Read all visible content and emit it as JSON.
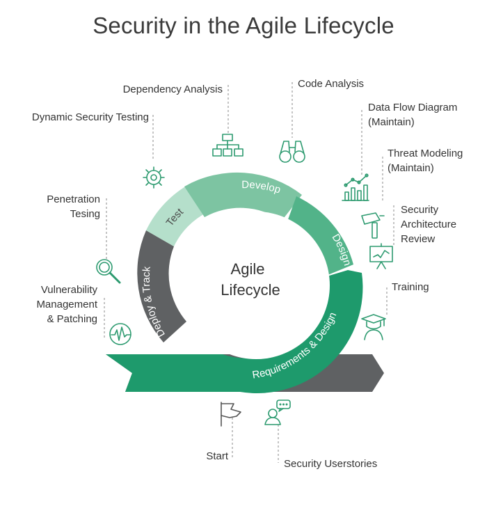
{
  "title": "Security in the Agile Lifecycle",
  "center": {
    "line1": "Agile",
    "line2": "Lifecycle"
  },
  "phases": {
    "develop": "Develop",
    "design": "Design",
    "test": "Test",
    "deploy": "Deploy & Track",
    "requirements": "Requirements & Design"
  },
  "activities": {
    "dependency_analysis": "Dependency Analysis",
    "code_analysis": "Code Analysis",
    "dynamic_security_testing": "Dynamic Security Testing",
    "data_flow_diagram": [
      "Data Flow Diagram",
      "(Maintain)"
    ],
    "threat_modeling": [
      "Threat Modeling",
      "(Maintain)"
    ],
    "security_architecture_review": [
      "Security",
      "Architecture",
      "Review"
    ],
    "penetration_testing": [
      "Penetration",
      "Tesing"
    ],
    "training": "Training",
    "vulnerability_management": [
      "Vulnerability",
      "Management",
      "& Patching"
    ],
    "start": "Start",
    "security_userstories": "Security Userstories"
  },
  "colors": {
    "green_dark": "#1e9a6c",
    "green_mid": "#52b389",
    "green_light": "#7dc4a2",
    "green_pale": "#b5dfcb",
    "gray": "#5f6163",
    "icon": "#2c9a6f",
    "connector": "#8a8a8a"
  },
  "icons": [
    "hierarchy-icon",
    "binoculars-icon",
    "gear-icon",
    "bar-chart-icon",
    "hammer-icon",
    "presentation-board-icon",
    "magnifier-icon",
    "graduate-icon",
    "pulse-icon",
    "flag-icon",
    "chat-person-icon"
  ]
}
